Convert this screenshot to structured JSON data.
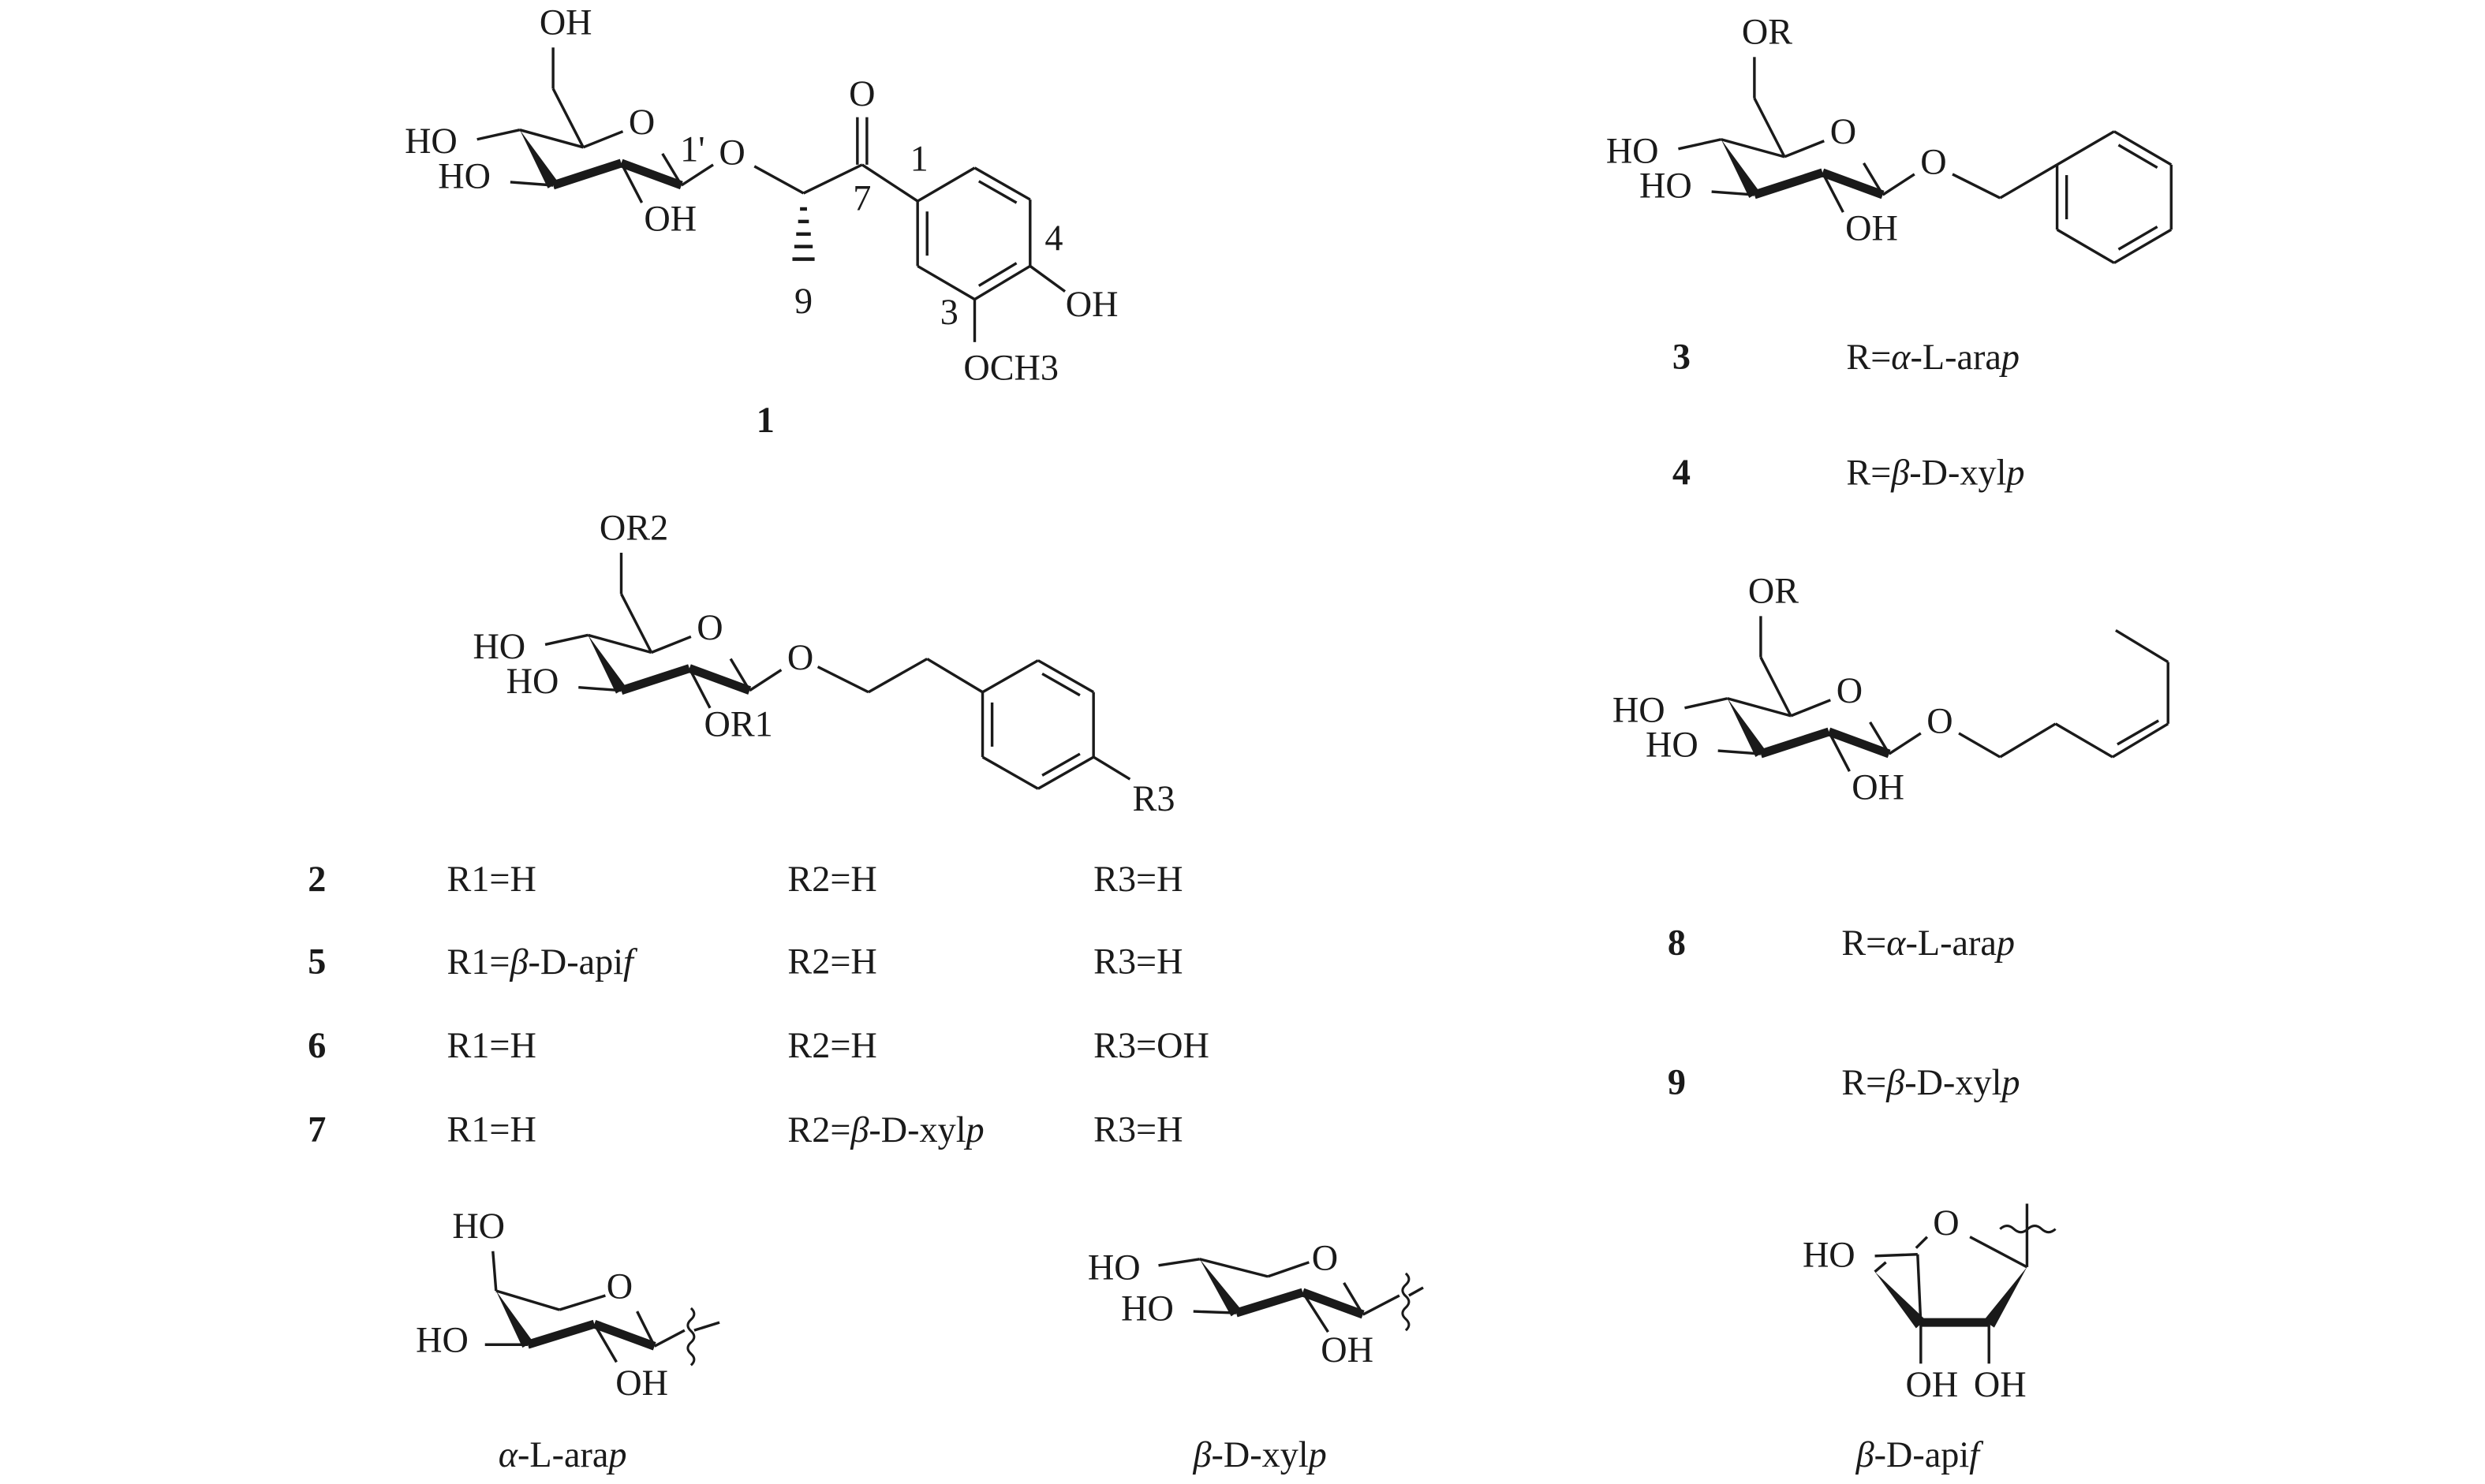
{
  "figure": {
    "compound_1": {
      "number": "1",
      "atoms": {
        "top": "OH",
        "ho4": "HO",
        "ho3": "HO",
        "oh2": "OH",
        "ring_o": "O",
        "glyc_o": "O",
        "carbonyl_o": "O",
        "oh4": "OH",
        "och3": "OCH3"
      },
      "positions": {
        "c1p": "1'",
        "c1": "1",
        "c3": "3",
        "c4": "4",
        "c7": "7",
        "c9": "9"
      }
    },
    "compound_2_core": {
      "atoms": {
        "top": "OR2",
        "ho4": "HO",
        "ho3": "HO",
        "oh2": "OR1",
        "ring_o": "O",
        "glyc_o": "O",
        "r3": "R3"
      }
    },
    "table_2": [
      {
        "number": "2",
        "r1": "R1=H",
        "r2": "R2=H",
        "r3": "R3=H"
      },
      {
        "number": "5",
        "r1": "R1=β-D-apif",
        "r2": "R2=H",
        "r3": "R3=H"
      },
      {
        "number": "6",
        "r1": "R1=H",
        "r2": "R2=H",
        "r3": "R3=OH"
      },
      {
        "number": "7",
        "r1": "R1=H",
        "r2": "R2=β-D-xylp",
        "r3": "R3=H"
      }
    ],
    "compound_3_core": {
      "atoms": {
        "top": "OR",
        "ho4": "HO",
        "ho3": "HO",
        "oh2": "OH",
        "ring_o": "O",
        "glyc_o": "O"
      }
    },
    "table_3": [
      {
        "number": "3",
        "r": "R=α-L-arap"
      },
      {
        "number": "4",
        "r": "R=β-D-xylp"
      }
    ],
    "compound_8_core": {
      "atoms": {
        "top": "OR",
        "ho4": "HO",
        "ho3": "HO",
        "oh2": "OH",
        "ring_o": "O",
        "glyc_o": "O"
      }
    },
    "table_8": [
      {
        "number": "8",
        "r": "R=α-L-arap"
      },
      {
        "number": "9",
        "r": "R=β-D-xylp"
      }
    ],
    "sugars": {
      "arap": {
        "name": "α-L-arap",
        "atoms": {
          "ho4": "HO",
          "ho3": "HO",
          "oh2": "OH",
          "ring_o": "O"
        }
      },
      "xylp": {
        "name": "β-D-xylp",
        "atoms": {
          "ho4": "HO",
          "ho3": "HO",
          "oh2": "OH",
          "ring_o": "O"
        }
      },
      "apif": {
        "name": "β-D-apif",
        "atoms": {
          "ho": "HO",
          "ring_o": "O",
          "oh3": "OH",
          "oh2": "OH"
        }
      }
    }
  }
}
